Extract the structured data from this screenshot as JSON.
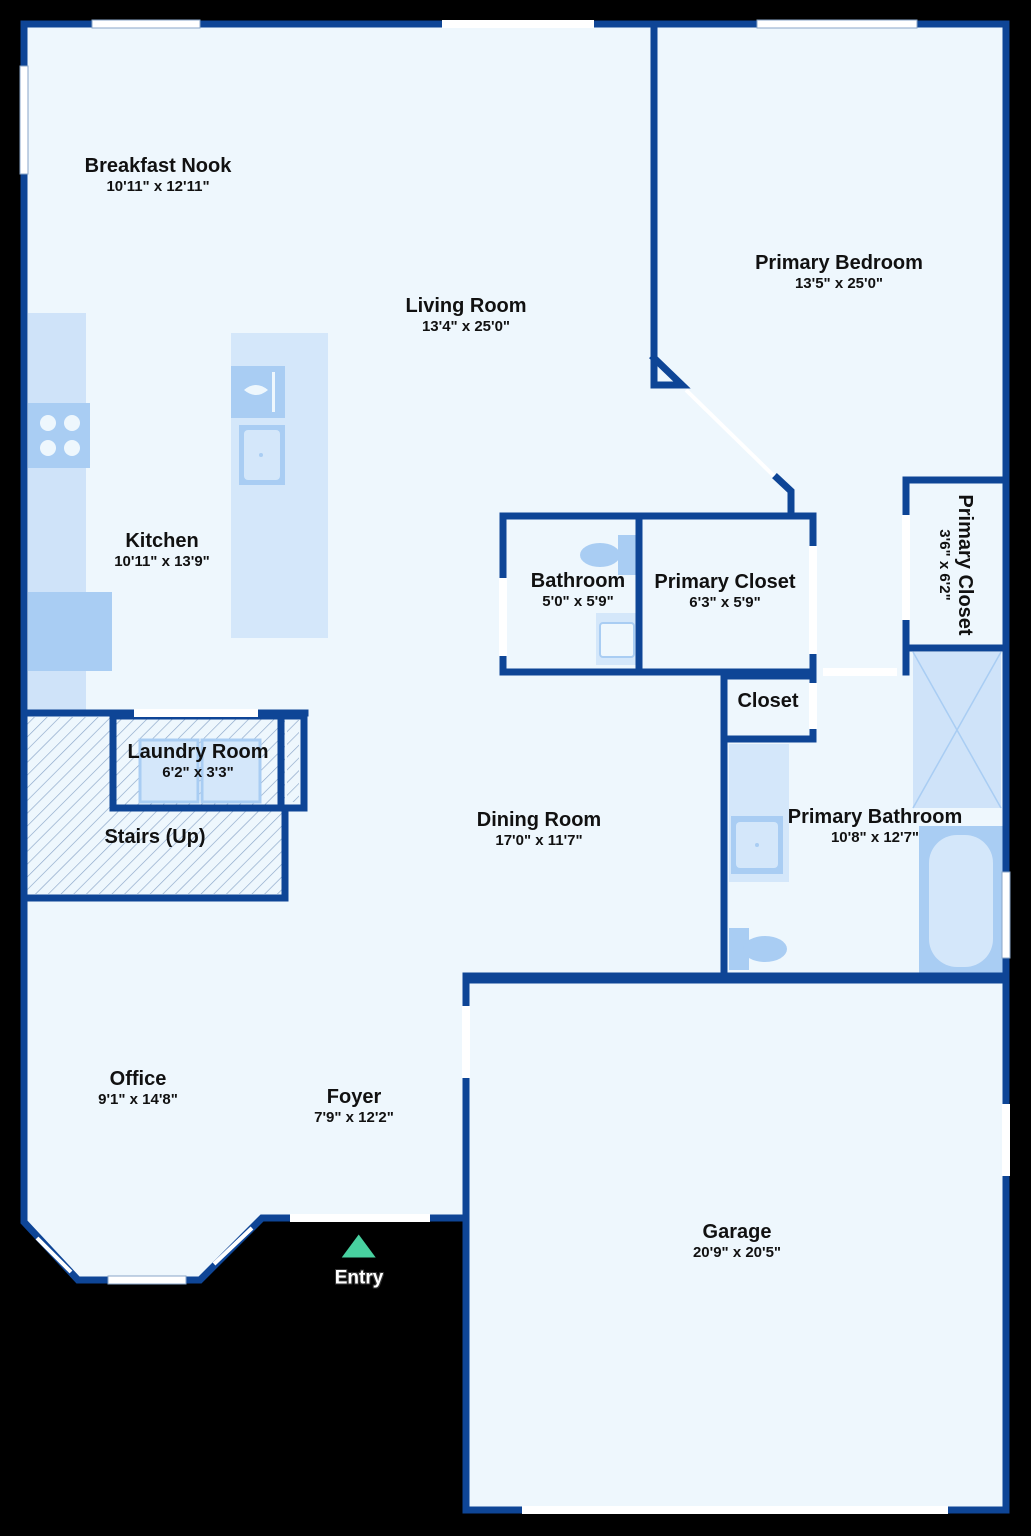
{
  "floor_plan": {
    "rooms": [
      {
        "id": "breakfast-nook",
        "name": "Breakfast Nook",
        "dims": "10'11\" x 12'11\""
      },
      {
        "id": "living-room",
        "name": "Living Room",
        "dims": "13'4\" x 25'0\""
      },
      {
        "id": "primary-bedroom",
        "name": "Primary Bedroom",
        "dims": "13'5\" x 25'0\""
      },
      {
        "id": "kitchen",
        "name": "Kitchen",
        "dims": "10'11\" x 13'9\""
      },
      {
        "id": "bathroom",
        "name": "Bathroom",
        "dims": "5'0\" x 5'9\""
      },
      {
        "id": "primary-closet",
        "name": "Primary Closet",
        "dims": "6'3\" x 5'9\""
      },
      {
        "id": "primary-closet-2",
        "name": "Primary Closet",
        "dims": "3'6\" x 6'2\""
      },
      {
        "id": "closet",
        "name": "Closet",
        "dims": ""
      },
      {
        "id": "laundry-room",
        "name": "Laundry Room",
        "dims": "6'2\" x 3'3\""
      },
      {
        "id": "stairs",
        "name": "Stairs (Up)",
        "dims": ""
      },
      {
        "id": "dining-room",
        "name": "Dining Room",
        "dims": "17'0\" x 11'7\""
      },
      {
        "id": "primary-bathroom",
        "name": "Primary Bathroom",
        "dims": "10'8\" x 12'7\""
      },
      {
        "id": "office",
        "name": "Office",
        "dims": "9'1\" x 14'8\""
      },
      {
        "id": "foyer",
        "name": "Foyer",
        "dims": "7'9\" x 12'2\""
      },
      {
        "id": "garage",
        "name": "Garage",
        "dims": "20'9\" x 20'5\""
      }
    ],
    "entry_label": "Entry",
    "colors": {
      "background": "#000000",
      "floor": "#eef7fd",
      "wall": "#0e4596",
      "fixture": "#a9cdf3",
      "fixture_light": "#d4e7fa",
      "window": "#ffffff",
      "entry_marker": "#48d1a0"
    }
  }
}
